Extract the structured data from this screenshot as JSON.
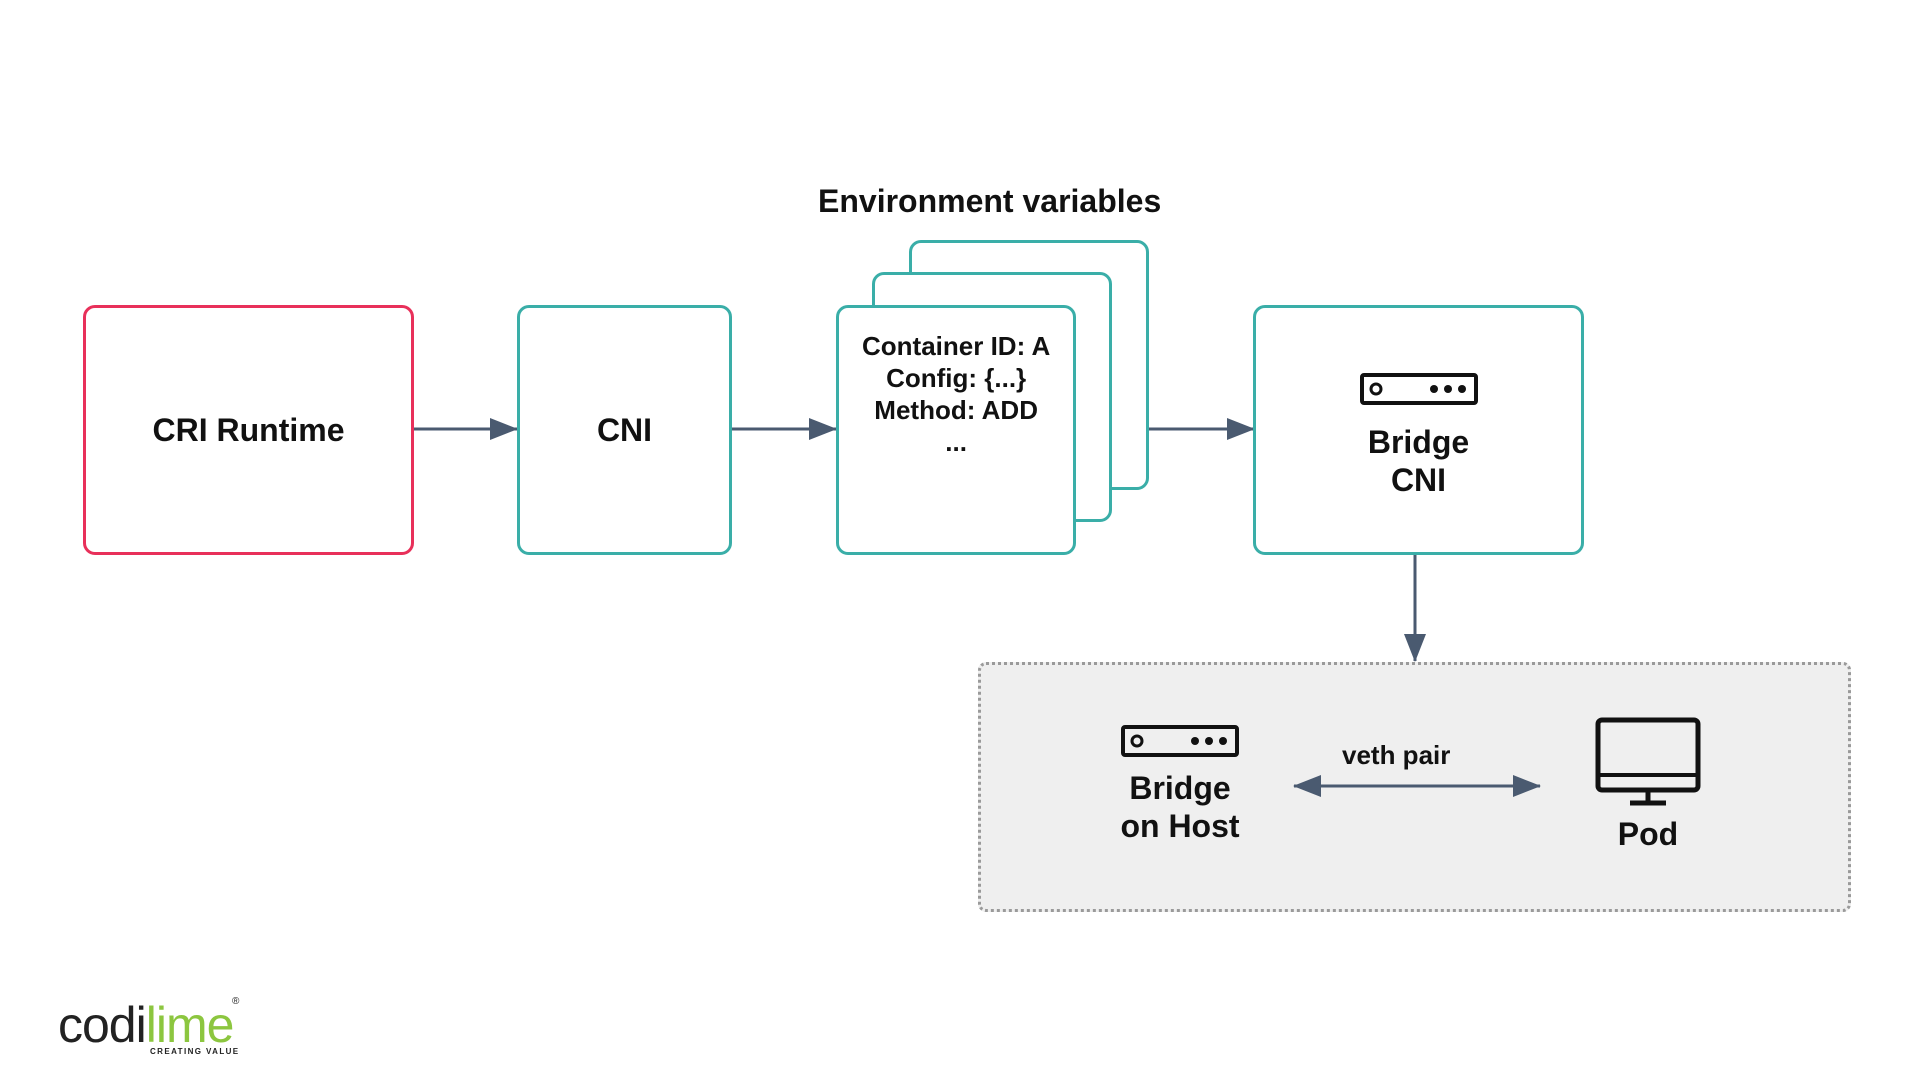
{
  "diagram": {
    "cri_runtime": "CRI Runtime",
    "cni": "CNI",
    "env_title": "Environment variables",
    "env_lines": [
      "Container ID: A",
      "Config: {...}",
      "Method: ADD",
      "..."
    ],
    "bridge_cni": [
      "Bridge",
      "CNI"
    ],
    "bridge_host": [
      "Bridge",
      "on Host"
    ],
    "veth_label": "veth pair",
    "pod": "Pod"
  },
  "logo": {
    "part1": "codi",
    "part2": "lime",
    "registered": "®",
    "tagline": "CREATING VALUE"
  },
  "colors": {
    "accent_teal": "#3aaea8",
    "accent_red": "#e8305a",
    "arrow": "#4a5a70",
    "lime": "#8cc63f"
  }
}
